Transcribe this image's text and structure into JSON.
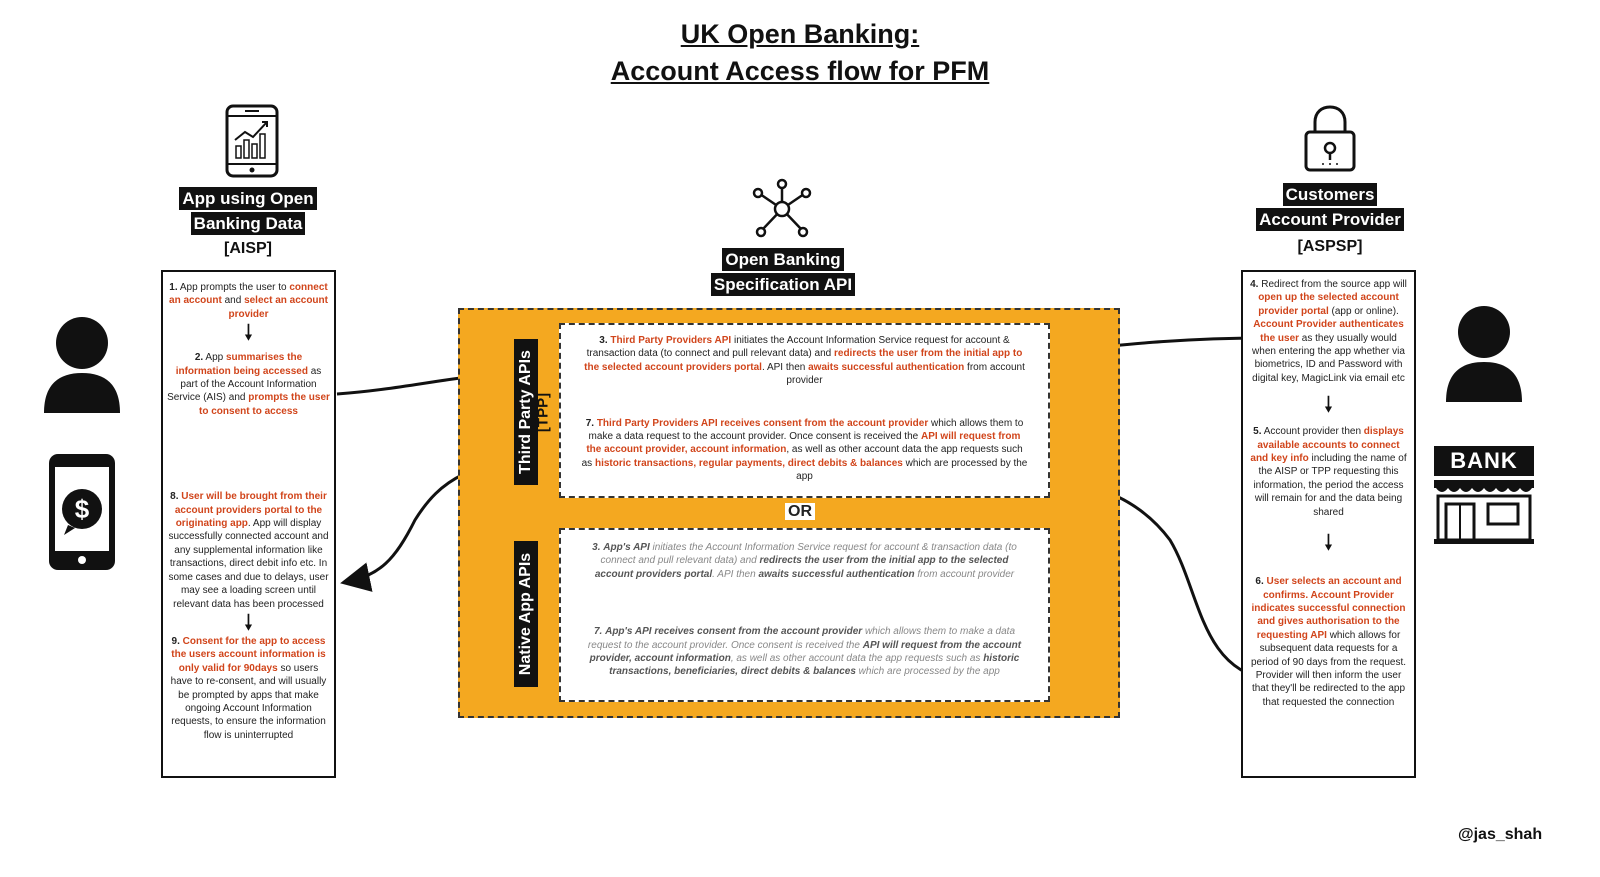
{
  "title": {
    "line1": "UK Open Banking:",
    "line2": "Account Access flow for PFM"
  },
  "left": {
    "tag_line1": "App using Open",
    "tag_line2": "Banking Data",
    "role": "[AISP]",
    "step1": {
      "n": "1.",
      "a": "App prompts the user to ",
      "b": "connect an account",
      "c": " and ",
      "d": "select an account provider"
    },
    "step2": {
      "n": "2.",
      "a": "App ",
      "b": "summarises the information being accessed",
      "c": " as part of the Account Information Service (AIS) and ",
      "d": "prompts the user to consent to access"
    },
    "step8": {
      "n": "8.",
      "b": "User will be brought from their account providers portal to the originating app",
      "c": ". App will display successfully connected account and any supplemental information like transactions, direct debit info etc. In some cases and due to delays, user may see a loading screen until relevant data has been processed"
    },
    "step9": {
      "n": "9.",
      "b": "Consent for the app to access the users account information is only valid for 90days",
      "c": " so users have to re-consent, and will usually be prompted by apps that make ongoing Account Information requests, to ensure the information flow is uninterrupted"
    }
  },
  "center": {
    "tag_line1": "Open Banking",
    "tag_line2": "Specification API",
    "tpp_label": "Third Party APIs",
    "tpp_sub": "[TPP]",
    "native_label": "Native App APIs",
    "or_label": "OR",
    "tpp3": {
      "n": "3.",
      "b": "Third Party Providers API",
      "c": " initiates the Account Information Service request for account & transaction data (to connect and pull relevant data) and ",
      "d": "redirects the user from the initial app to the selected account providers portal",
      "e": ". API then ",
      "f": "awaits successful authentication",
      "g": " from account provider"
    },
    "tpp7": {
      "n": "7.",
      "b": "Third Party Providers API receives consent from the account provider",
      "c": " which allows them to make a data request to the account provider. Once consent is received the ",
      "d": "API will request from the account provider, account information",
      "e": ", as well as other account data the app requests such as ",
      "f": "historic transactions, regular payments, direct debits & balances",
      "g": " which are processed by the app"
    },
    "nat3": {
      "n": "3.",
      "b": "App's API",
      "c": " initiates the Account Information Service request for account & transaction data (to connect and pull relevant data) and ",
      "d": "redirects the user from the initial app to the selected account providers portal",
      "e": ". API then ",
      "f": "awaits successful authentication",
      "g": " from account provider"
    },
    "nat7": {
      "n": "7.",
      "b": "App's API receives consent from the account provider",
      "c": " which allows them to make a data request to the account provider. Once consent is received the ",
      "d": "API will request from the account provider, account information",
      "e": ", as well as other account data the app requests such as ",
      "f": "historic transactions, beneficiaries, direct debits & balances",
      "g": " which are processed by the app"
    }
  },
  "right": {
    "tag_line1": "Customers",
    "tag_line2": "Account Provider",
    "role": "[ASPSP]",
    "step4": {
      "n": "4.",
      "a": "Redirect from the source app will ",
      "b": "open up the selected account provider portal",
      "c": " (app or online). ",
      "d": "Account Provider authenticates the user",
      "e": " as they usually would when entering the app whether via biometrics, ID and Password with digital key, MagicLink via email etc"
    },
    "step5": {
      "n": "5.",
      "a": "Account provider then ",
      "b": "displays available accounts to connect and key info",
      "c": " including the name of the AISP or TPP requesting this information, the period the access will remain for and the data being shared"
    },
    "step6": {
      "n": "6.",
      "b": "User selects an account and confirms. Account Provider indicates successful connection and gives authorisation to the requesting API",
      "c": " which allows for subsequent data requests for a period of 90 days from the request. Provider will then inform the user that they'll be redirected to the app that requested the connection"
    },
    "bank_sign": "BANK"
  },
  "handle": "@jas_shah",
  "icons": [
    "tablet-chart-icon",
    "network-node-icon",
    "padlock-icon",
    "user-icon",
    "dollar-phone-icon",
    "bank-building-icon"
  ],
  "colors": {
    "accent_red": "#d1451b",
    "orange": "#f4a820",
    "dark": "#111111"
  }
}
